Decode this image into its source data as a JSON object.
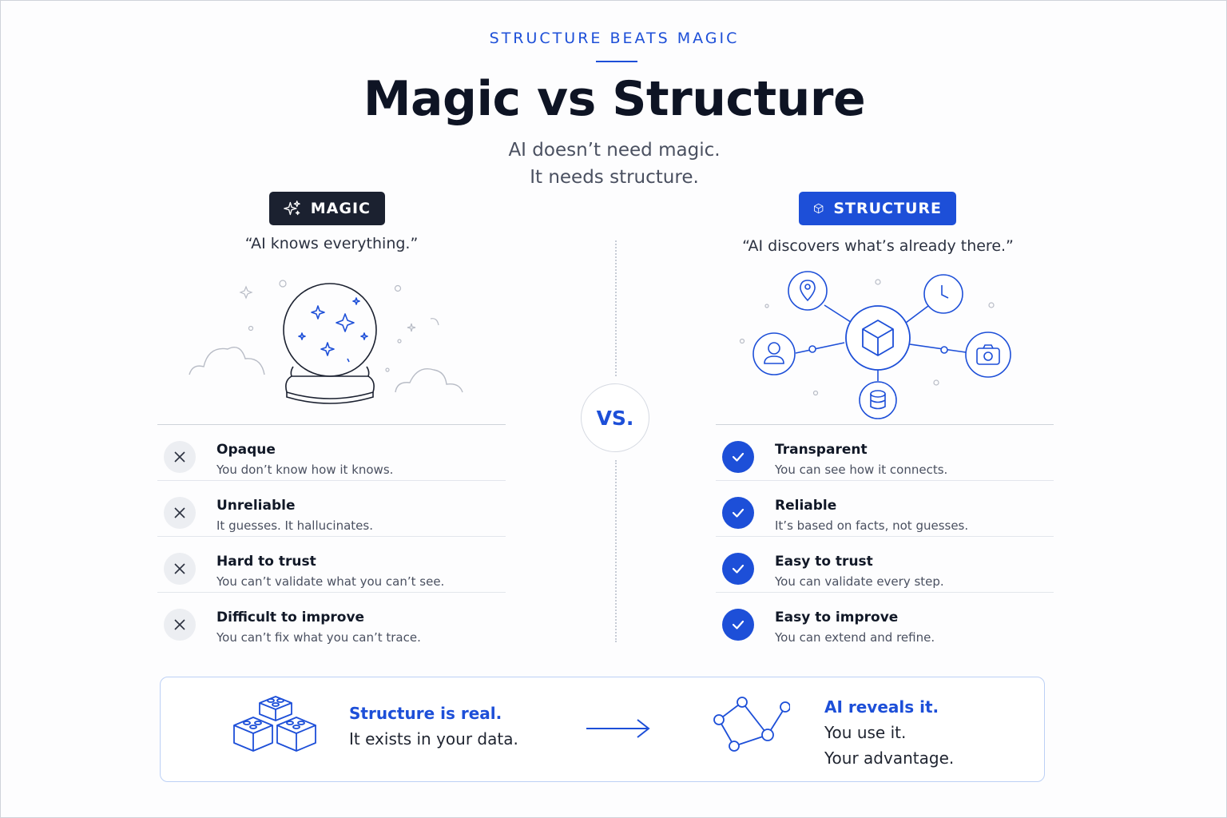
{
  "header": {
    "eyebrow": "STRUCTURE BEATS MAGIC",
    "title": "Magic vs Structure",
    "subtitle_line1": "AI doesn’t need magic.",
    "subtitle_line2": "It needs structure."
  },
  "magic": {
    "badge": "MAGIC",
    "quote": "“AI knows everything.”",
    "items": [
      {
        "title": "Opaque",
        "desc": "You don’t know how it knows."
      },
      {
        "title": "Unreliable",
        "desc": "It guesses. It hallucinates."
      },
      {
        "title": "Hard to trust",
        "desc": "You can’t validate what you can’t see."
      },
      {
        "title": "Difficult to improve",
        "desc": "You can’t fix what you can’t trace."
      }
    ]
  },
  "structure": {
    "badge": "STRUCTURE",
    "quote": "“AI discovers what’s already there.”",
    "items": [
      {
        "title": "Transparent",
        "desc": "You can see how it connects."
      },
      {
        "title": "Reliable",
        "desc": "It’s based on facts, not guesses."
      },
      {
        "title": "Easy to trust",
        "desc": "You can validate every step."
      },
      {
        "title": "Easy to improve",
        "desc": "You can extend and refine."
      }
    ]
  },
  "vs_label": "VS.",
  "footer": {
    "left_heading": "Structure is real.",
    "left_text": "It exists in your data.",
    "right_heading": "AI reveals it.",
    "right_line1": "You use it.",
    "right_line2": "Your advantage."
  },
  "colors": {
    "accent": "#1d4fd8",
    "dark": "#1b2130",
    "text_muted": "#4a5060"
  },
  "icons": {
    "magic_badge": "sparkles-icon",
    "structure_badge": "cube-icon",
    "magic_item": "x-icon",
    "structure_item": "check-icon",
    "graph_nodes": [
      "map-pin-icon",
      "clock-icon",
      "user-icon",
      "camera-icon",
      "database-icon",
      "cube-icon"
    ]
  }
}
